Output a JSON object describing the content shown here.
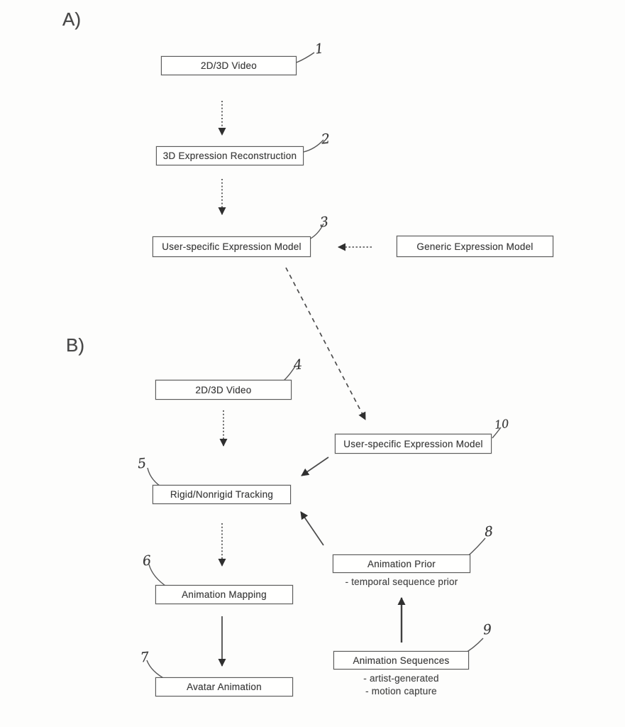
{
  "figure": {
    "type": "flowchart",
    "description": "Two-part scanned patent-style figure of an avatar facial-animation pipeline",
    "section_a": {
      "label": "A)"
    },
    "section_b": {
      "label": "B)"
    },
    "nodes": {
      "video_a": {
        "label": "2D/3D Video",
        "ref": "1"
      },
      "reconstruction": {
        "label": "3D Expression Reconstruction",
        "ref": "2"
      },
      "user_model_a": {
        "label": "User-specific Expression Model",
        "ref": "3"
      },
      "generic_model": {
        "label": "Generic Expression Model"
      },
      "video_b": {
        "label": "2D/3D Video",
        "ref": "4"
      },
      "tracking": {
        "label": "Rigid/Nonrigid Tracking",
        "ref": "5"
      },
      "mapping": {
        "label": "Animation Mapping",
        "ref": "6"
      },
      "avatar": {
        "label": "Avatar Animation",
        "ref": "7"
      },
      "prior": {
        "label": "Animation Prior",
        "ref": "8",
        "note": "- temporal sequence prior"
      },
      "sequences": {
        "label": "Animation Sequences",
        "ref": "9",
        "notes": [
          "- artist-generated",
          "- motion capture"
        ]
      },
      "user_model_b": {
        "label": "User-specific Expression Model",
        "ref": "10"
      }
    },
    "edges": [
      {
        "from": "1",
        "to": "2",
        "style": "dotted-shaft-arrow"
      },
      {
        "from": "2",
        "to": "3",
        "style": "dotted-shaft-arrow"
      },
      {
        "from": "generic_model",
        "to": "3",
        "style": "dotted-shaft-arrow"
      },
      {
        "from": "3",
        "to": "10",
        "style": "dashed-arrow"
      },
      {
        "from": "4",
        "to": "5",
        "style": "dotted-shaft-arrow"
      },
      {
        "from": "10",
        "to": "5",
        "style": "solid-arrow"
      },
      {
        "from": "8",
        "to": "5",
        "style": "solid-arrow"
      },
      {
        "from": "5",
        "to": "6",
        "style": "dotted-shaft-arrow"
      },
      {
        "from": "6",
        "to": "7",
        "style": "dotted-shaft-arrow"
      },
      {
        "from": "9",
        "to": "8",
        "style": "solid-arrow"
      }
    ],
    "ink_color": "#4d4d4d"
  }
}
